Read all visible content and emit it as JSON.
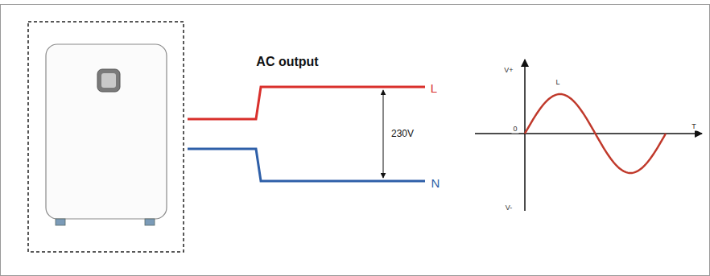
{
  "diagram": {
    "title": "AC output",
    "labels": [
      "L",
      "N",
      "230V",
      "V+",
      "0",
      "L",
      "T",
      "V-"
    ]
  }
}
